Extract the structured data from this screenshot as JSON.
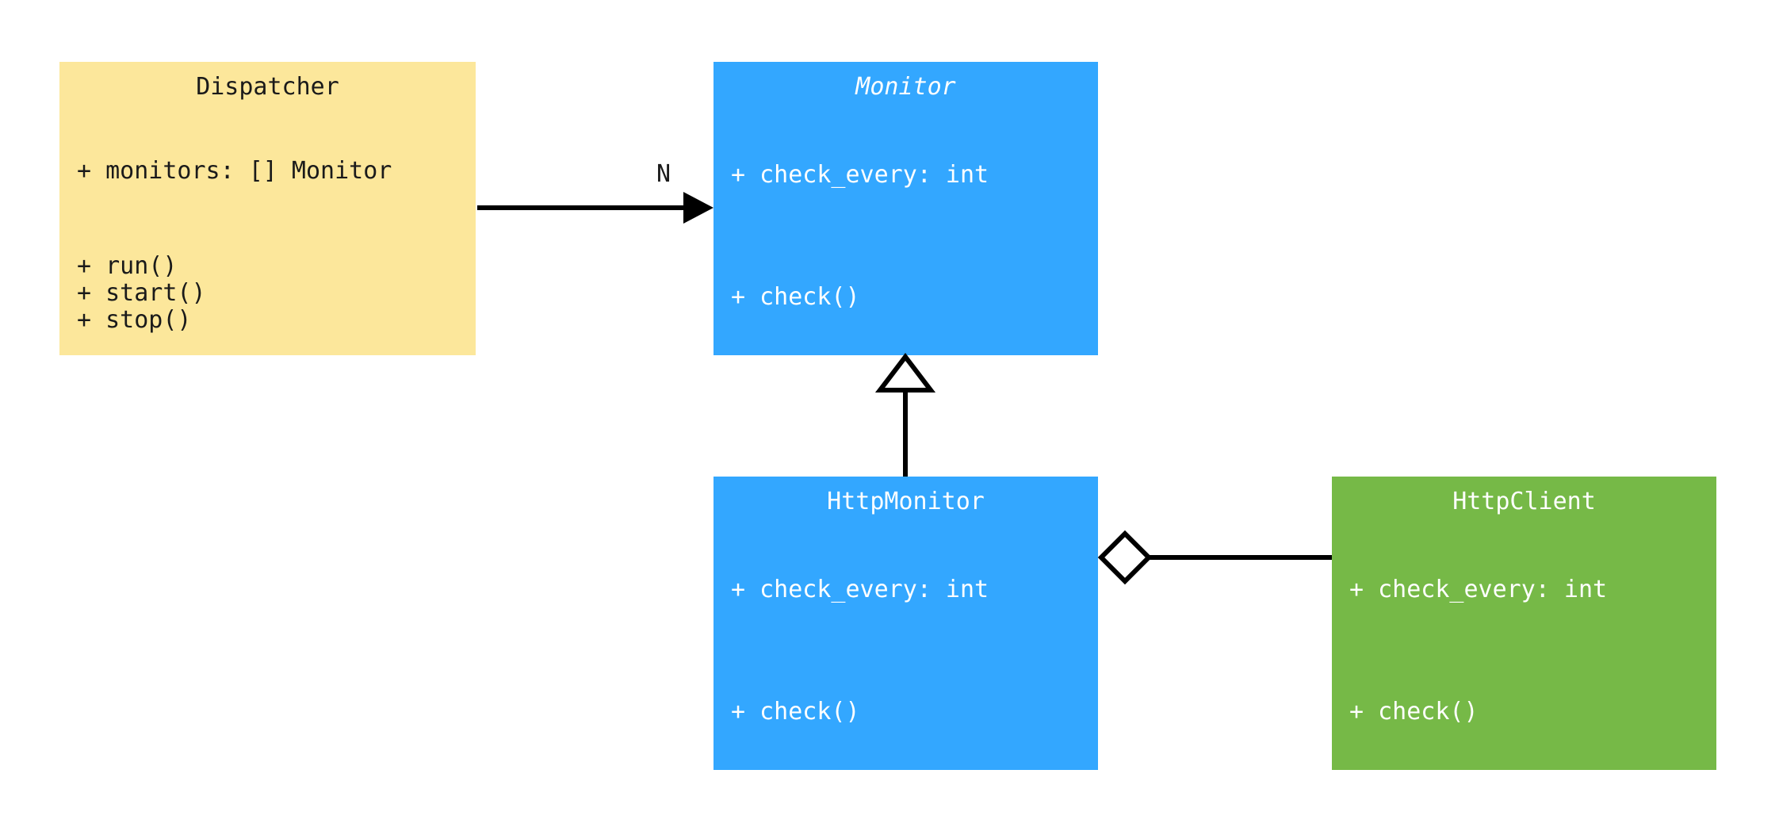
{
  "diagram": {
    "title": "UML class diagram",
    "type": "uml-class-diagram",
    "background_color": "#ffffff"
  },
  "palette": {
    "yellow_fill": "#fce79b",
    "yellow_text": "#1a1a1a",
    "blue_fill": "#33a7ff",
    "blue_text": "#ffffff",
    "green_fill": "#76b947",
    "green_text": "#ffffff",
    "line_color": "#000000"
  },
  "classes": [
    {
      "id": "dispatcher",
      "name": "Dispatcher",
      "abstract": false,
      "fill": "#fce79b",
      "attributes": [
        "+ monitors: [] Monitor"
      ],
      "operations": [
        "+ run()",
        "+ start()",
        "+ stop()"
      ]
    },
    {
      "id": "monitor",
      "name": "Monitor",
      "abstract": true,
      "fill": "#33a7ff",
      "attributes": [
        "+ check_every: int"
      ],
      "operations": [
        "+ check()"
      ]
    },
    {
      "id": "httpmonitor",
      "name": "HttpMonitor",
      "abstract": false,
      "fill": "#33a7ff",
      "attributes": [
        "+ check_every: int"
      ],
      "operations": [
        "+ check()"
      ]
    },
    {
      "id": "httpclient",
      "name": "HttpClient",
      "abstract": false,
      "fill": "#76b947",
      "attributes": [
        "+ check_every: int"
      ],
      "operations": [
        "+ check()"
      ]
    }
  ],
  "relationships": [
    {
      "id": "dispatcher-to-monitor",
      "from": "dispatcher",
      "to": "monitor",
      "kind": "association",
      "arrow": "solid-filled-arrowhead",
      "label": "N"
    },
    {
      "id": "httpmonitor-to-monitor",
      "from": "httpmonitor",
      "to": "monitor",
      "kind": "generalization",
      "arrow": "hollow-triangle",
      "label": ""
    },
    {
      "id": "httpmonitor-to-httpclient",
      "from": "httpmonitor",
      "to": "httpclient",
      "kind": "aggregation",
      "arrow": "hollow-diamond",
      "label": ""
    }
  ]
}
